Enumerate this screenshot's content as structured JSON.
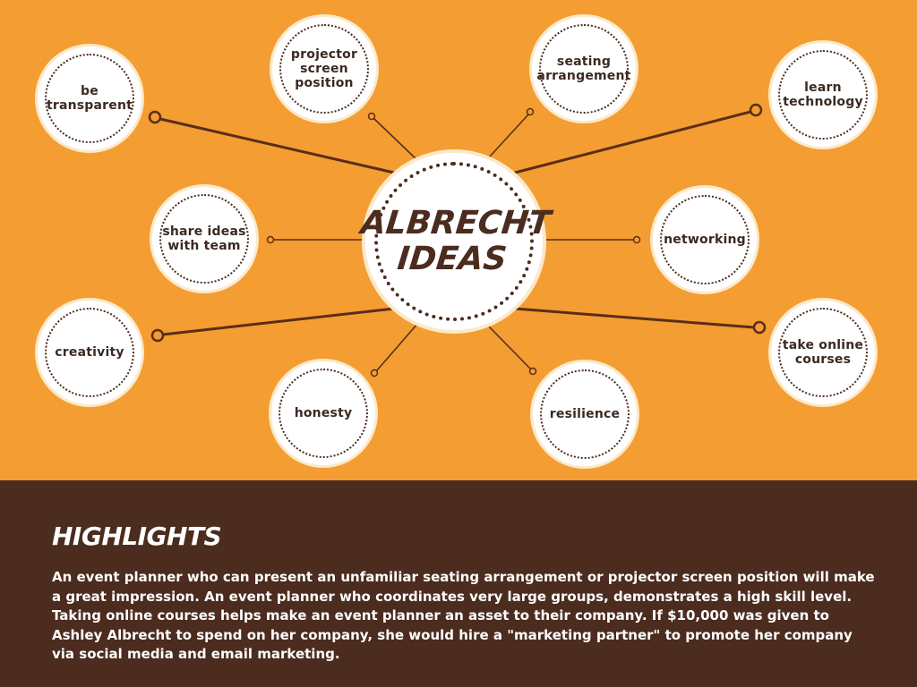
{
  "mindmap": {
    "center": {
      "title": "ALBRECHT\nIDEAS"
    },
    "nodes": [
      {
        "id": "be-transparent",
        "label": "be\ntransparent"
      },
      {
        "id": "projector-screen-position",
        "label": "projector\nscreen\nposition"
      },
      {
        "id": "seating-arrangement",
        "label": "seating\narrangement"
      },
      {
        "id": "learn-technology",
        "label": "learn\ntechnology"
      },
      {
        "id": "share-ideas-with-team",
        "label": "share ideas\nwith team"
      },
      {
        "id": "networking",
        "label": "networking"
      },
      {
        "id": "creativity",
        "label": "creativity"
      },
      {
        "id": "take-online-courses",
        "label": "take online\ncourses"
      },
      {
        "id": "honesty",
        "label": "honesty"
      },
      {
        "id": "resilience",
        "label": "resilience"
      }
    ]
  },
  "highlights": {
    "title": "HIGHLIGHTS",
    "body": "An event planner who can present an unfamiliar seating arrangement or projector screen position will make a great impression. An event planner who coordinates very large groups, demonstrates a high skill level. Taking online courses helps make an event planner an asset to their company. If $10,000 was given to Ashley Albrecht to spend on her company, she would hire a \"marketing partner\" to promote her company via social media and email marketing."
  },
  "colors": {
    "background_top": "#F49D33",
    "background_bottom": "#4B2C1F",
    "line": "#4B2C1F",
    "node_fill": "#FFFFFF"
  }
}
